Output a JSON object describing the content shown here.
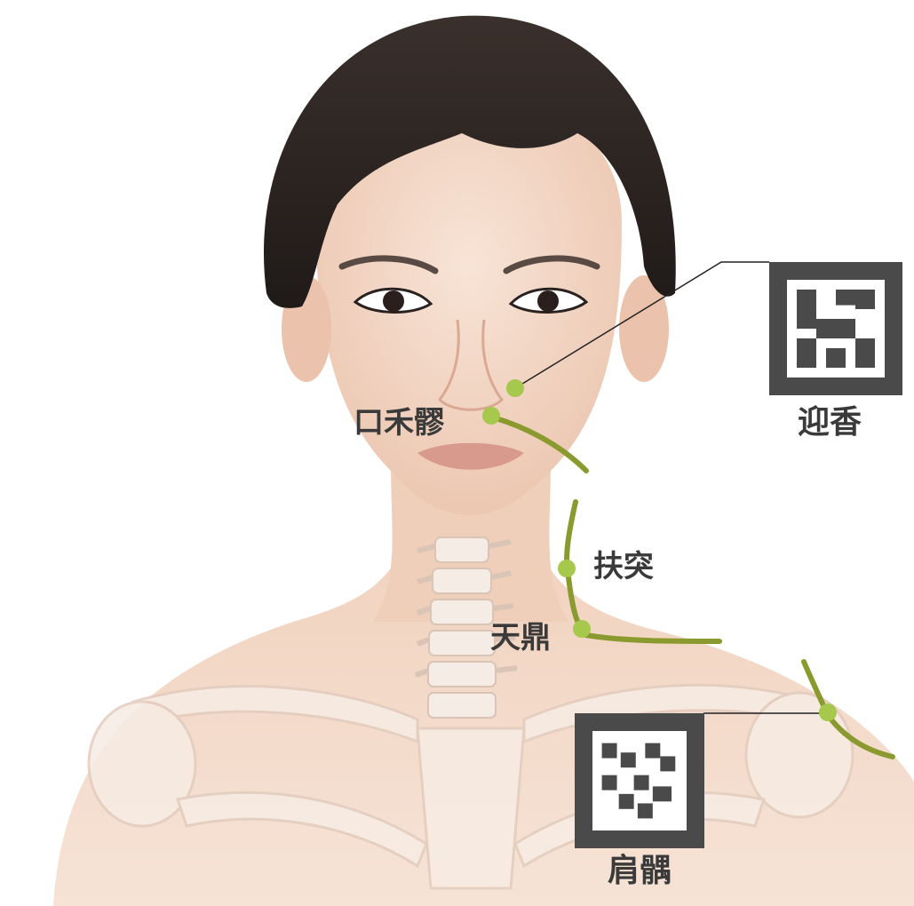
{
  "points": {
    "yingxiang": "迎香",
    "kouheliao": "口禾髎",
    "futu": "扶突",
    "tianding": "天鼎",
    "jianyu": "肩髃"
  },
  "colors": {
    "meridian_line": "#8a9a2e",
    "point_dot": "#a6c84c",
    "marker_frame": "#4a4a4a",
    "skin": "#f3d9c8",
    "hair": "#2c2624",
    "bone": "#f2e6dc"
  }
}
